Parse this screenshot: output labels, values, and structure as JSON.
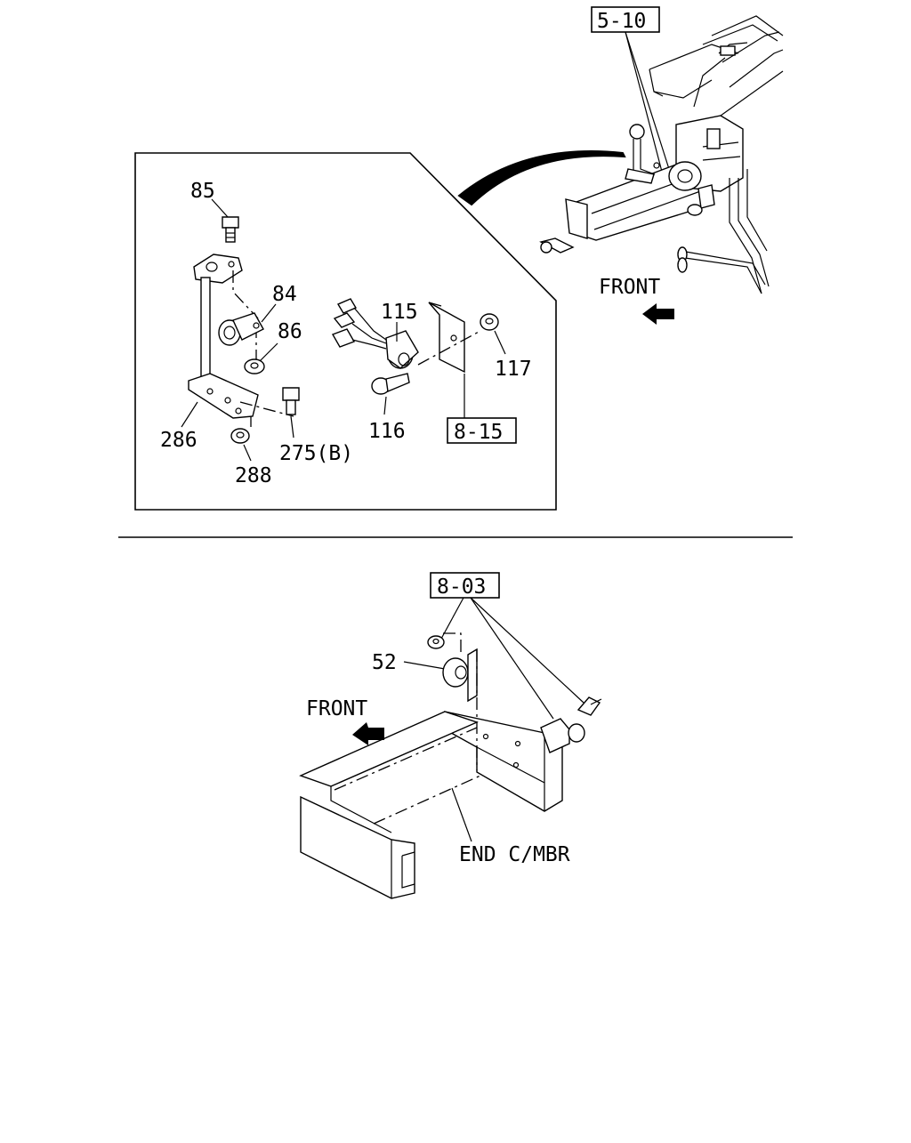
{
  "refs": {
    "ref_5_10": "5-10",
    "ref_8_15": "8-15",
    "ref_8_03": "8-03"
  },
  "top_view": {
    "front_label": "FRONT"
  },
  "inset": {
    "parts": {
      "p85": "85",
      "p84": "84",
      "p86": "86",
      "p115": "115",
      "p117": "117",
      "p116": "116",
      "p286": "286",
      "p275b": "275(B)",
      "p288": "288"
    }
  },
  "bottom_view": {
    "p52": "52",
    "front_label": "FRONT",
    "end_member_label": "END C/MBR"
  }
}
